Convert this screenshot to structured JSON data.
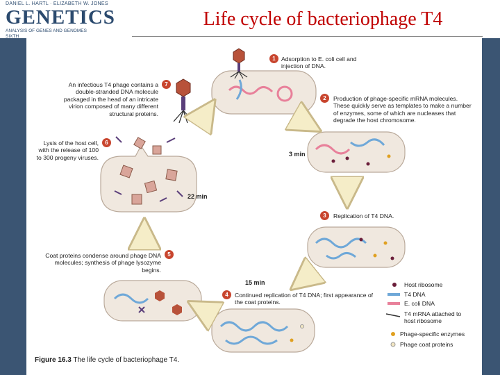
{
  "header": {
    "authors": "DANIEL L. HARTL · ELIZABETH W. JONES",
    "brand": "GENETICS",
    "subtitle": "ANALYSIS OF GENES AND GENOMES",
    "edition": "SIXTH"
  },
  "title": "Life cycle of bacteriophage T4",
  "steps": [
    {
      "num": "1",
      "text": "Adsorption to E. coli cell and injection of DNA."
    },
    {
      "num": "2",
      "text": "Production of phage-specific mRNA molecules. These quickly serve as templates to make a number of enzymes, some of which are nucleases that degrade the host chromosome."
    },
    {
      "num": "3",
      "text": "Replication of T4 DNA."
    },
    {
      "num": "4",
      "text": "Continued replication of T4 DNA; first appearance of the coat proteins."
    },
    {
      "num": "5",
      "text": "Coat proteins condense around phage DNA molecules; synthesis of phage lysozyme begins."
    },
    {
      "num": "6",
      "text": "Lysis of the host cell, with the release of 100 to 300 progeny viruses."
    },
    {
      "num": "7",
      "text": "An infectious T4 phage contains a double-stranded DNA molecule packaged in the head of an intricate virion composed of many different structural proteins."
    }
  ],
  "times": [
    "3 min",
    "15 min",
    "22 min"
  ],
  "legend": [
    {
      "label": "Host ribosome",
      "color": "#6b1e3a"
    },
    {
      "label": "T4 DNA",
      "color": "#6fa8d8"
    },
    {
      "label": "E. coli DNA",
      "color": "#e8809a"
    },
    {
      "label": "T4 mRNA attached to host ribosome",
      "color": "#333333"
    },
    {
      "label": "Phage-specific enzymes",
      "color": "#e0a020"
    },
    {
      "label": "Phage coat proteins",
      "color": "#f2e6c2"
    }
  ],
  "caption": {
    "fig": "Figure 16.3",
    "text": "The life cycle of bacteriophage T4."
  },
  "colors": {
    "title_red": "#c00000",
    "sidebar": "#3b5573",
    "step_badge": "#c8452e",
    "cell": "#f0e8df",
    "arrow": "#f5edc8"
  }
}
